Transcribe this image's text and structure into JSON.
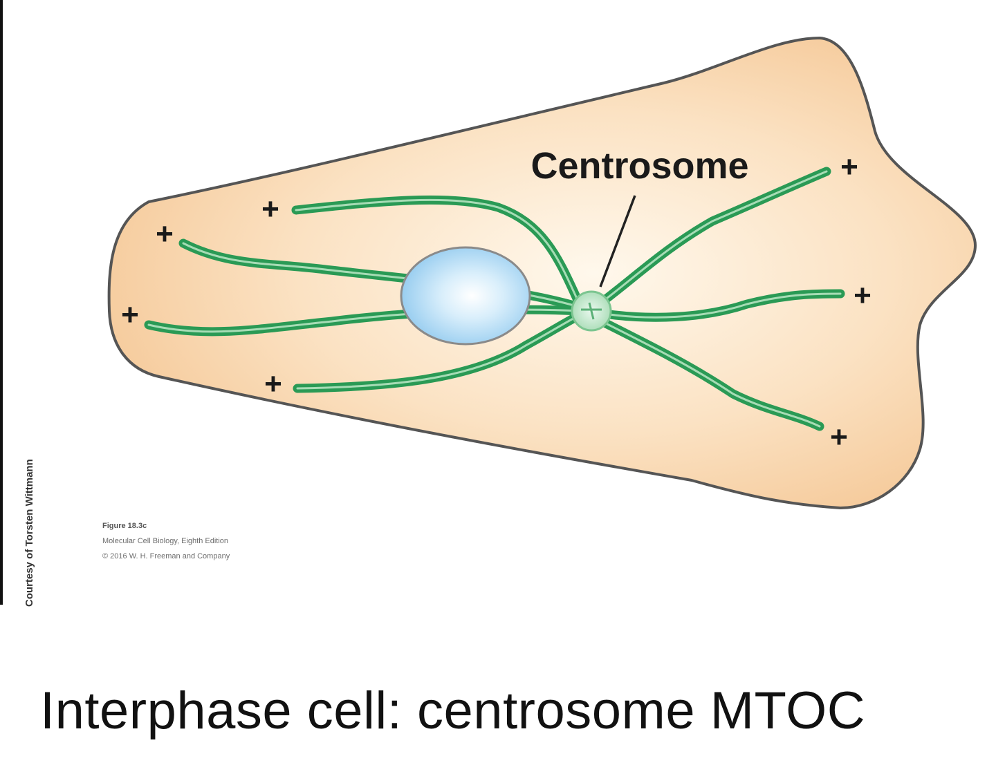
{
  "diagram": {
    "structure_label": "Centrosome",
    "plus_end_symbol": "+",
    "credit": "Courtesy of Torsten Wittmann",
    "figure_legend": {
      "figure_number": "Figure 18.3c",
      "book": "Molecular Cell Biology, Eighth Edition",
      "copyright": "© 2016 W. H. Freeman and Company"
    },
    "colors": {
      "cell_fill": "#f5c897",
      "cell_center": "#fff8ec",
      "cell_outline": "#555555",
      "microtubule": "#2a9a55",
      "microtubule_highlight": "#a6dcb5",
      "nucleus": "#9fd1f0",
      "centrosome": "#bfe6c9"
    }
  },
  "caption": "Interphase cell: centrosome MTOC"
}
